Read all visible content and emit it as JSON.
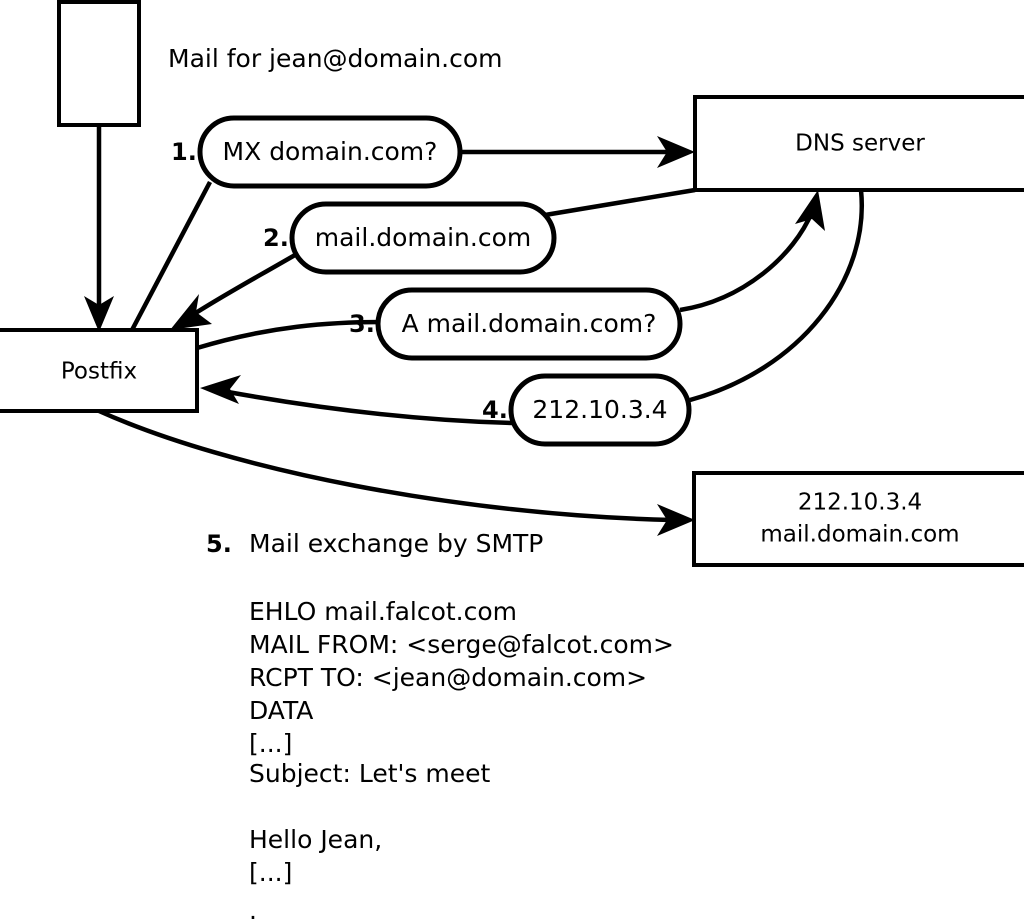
{
  "diagram": {
    "title_label": "Mail for jean@domain.com",
    "nodes": [
      {
        "id": "source",
        "label": ""
      },
      {
        "id": "postfix",
        "label": "Postfix"
      },
      {
        "id": "dns",
        "label": "DNS server"
      },
      {
        "id": "mailserver",
        "line1": "212.10.3.4",
        "line2": "mail.domain.com"
      }
    ],
    "steps": [
      {
        "num": "1.",
        "label": "MX domain.com?"
      },
      {
        "num": "2.",
        "label": "mail.domain.com"
      },
      {
        "num": "3.",
        "label": "A mail.domain.com?"
      },
      {
        "num": "4.",
        "label": "212.10.3.4"
      }
    ],
    "step5": {
      "num": "5.",
      "label": "Mail exchange by SMTP"
    },
    "smtp_transcript": [
      "EHLO mail.falcot.com",
      "MAIL FROM: <serge@falcot.com>",
      "RCPT TO: <jean@domain.com>",
      "DATA",
      "[...]",
      "Subject: Let's meet",
      "",
      "Hello Jean,",
      "[...]",
      "",
      "."
    ],
    "colors": {
      "stroke": "#000000",
      "fill": "#ffffff",
      "text": "#000000"
    }
  }
}
